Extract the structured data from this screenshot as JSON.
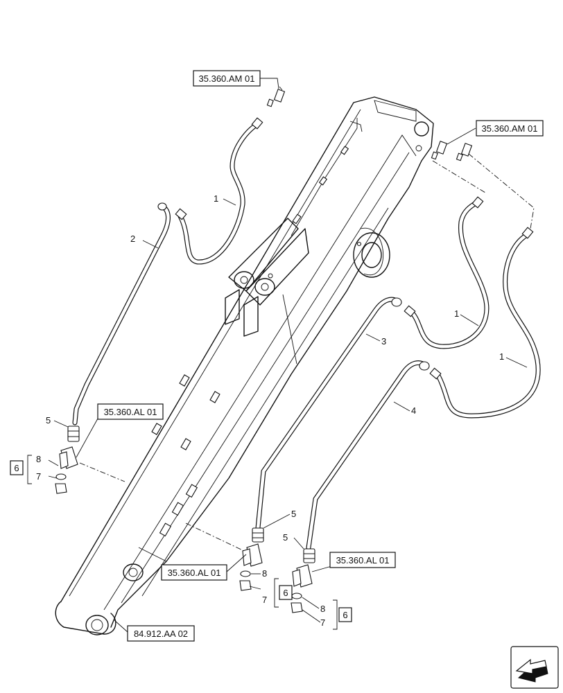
{
  "references": {
    "am_top": "35.360.AM 01",
    "am_right": "35.360.AM 01",
    "al_left": "35.360.AL 01",
    "al_mid": "35.360.AL 01",
    "al_right": "35.360.AL 01",
    "aa_bottom": "84.912.AA 02"
  },
  "callouts": {
    "c1_top": "1",
    "c1_mid": "1",
    "c1_right": "1",
    "c2": "2",
    "c3": "3",
    "c4": "4",
    "c5_left": "5",
    "c5_mid": "5",
    "c5_right": "5",
    "c8_left": "8",
    "c8_mid": "8",
    "c8_right": "8",
    "c7_left": "7",
    "c7_mid": "7",
    "c7_right": "7",
    "kit_left": "6",
    "kit_mid": "6",
    "kit_right": "6"
  },
  "icons": {
    "nav": "next-page-arrow-icon"
  }
}
